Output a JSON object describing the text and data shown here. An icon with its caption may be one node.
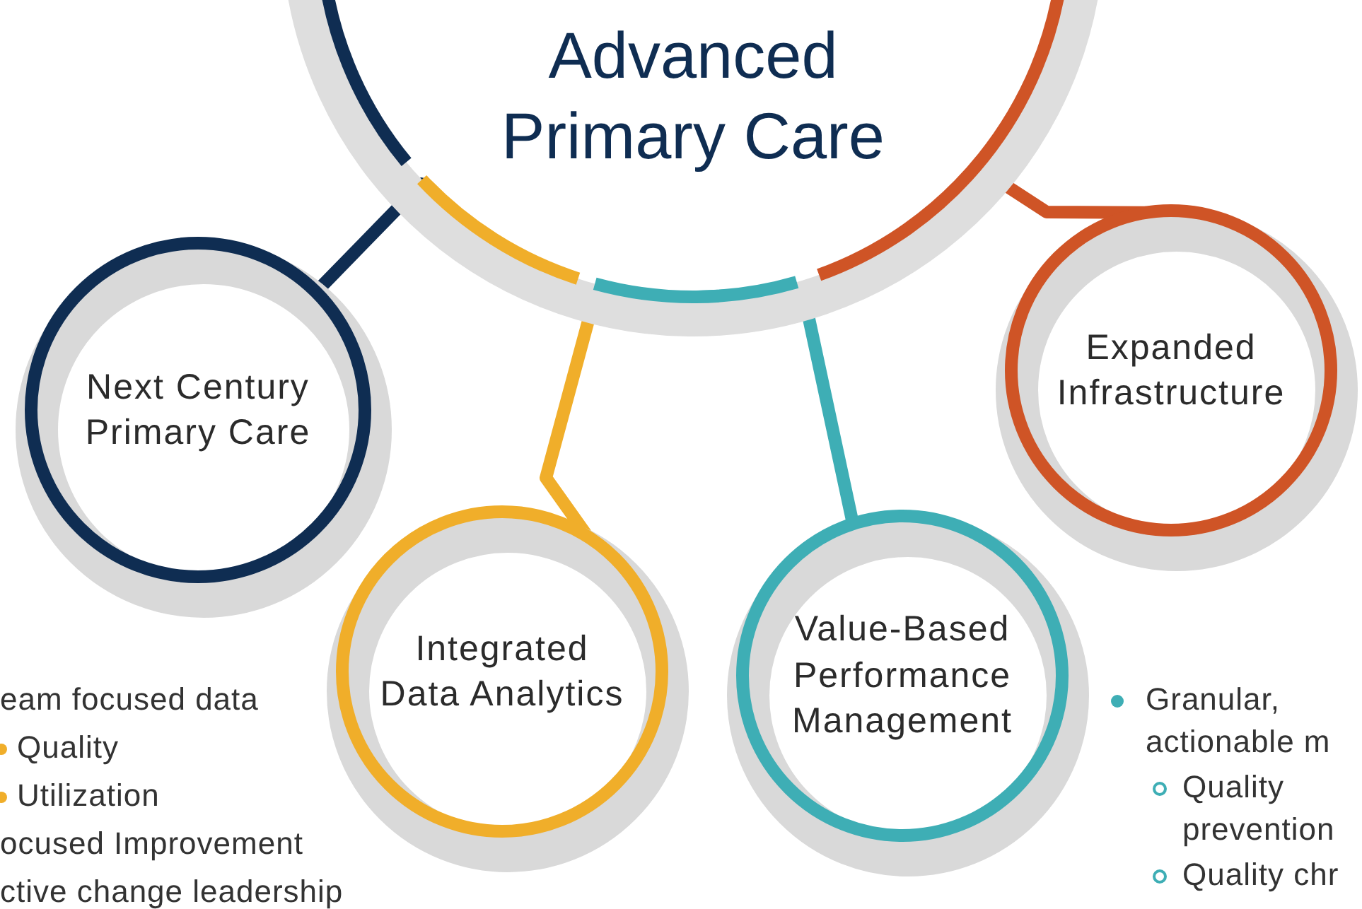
{
  "diagram": {
    "nodes": [
      {
        "text": [
          "Advanced Primary Care"
        ]
      },
      {
        "text": [
          "Next Century Primary Care"
        ]
      },
      {
        "text": [
          "Integrated Data Analytics"
        ]
      },
      {
        "text": [
          "Value-Based Performance Management"
        ]
      },
      {
        "text": [
          "Expanded Infrastructure"
        ]
      }
    ],
    "edges": [
      {
        "from": 0,
        "to": 1,
        "arrow": "none",
        "color": "#0f2d52"
      },
      {
        "from": 0,
        "to": 2,
        "arrow": "none",
        "color": "#f0ae2a"
      },
      {
        "from": 0,
        "to": 3,
        "arrow": "none",
        "color": "#3eaeb5"
      },
      {
        "from": 0,
        "to": 4,
        "arrow": "none",
        "color": "#cf5426"
      }
    ],
    "labels": [
      "eam focused data",
      "Quality",
      "Utilization",
      "ocused Improvement",
      "ctive change leadership",
      "Granular, actionable m",
      "Quality prevention",
      "Quality chr"
    ]
  }
}
